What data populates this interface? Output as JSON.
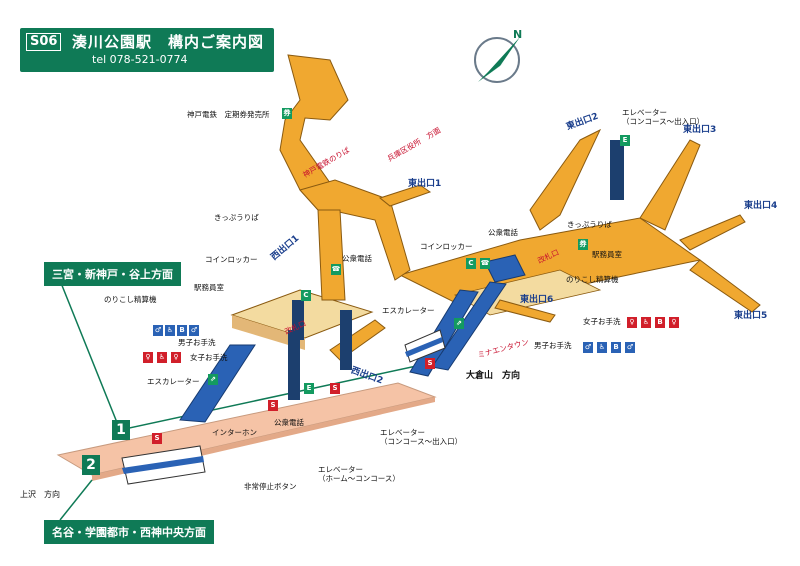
{
  "header": {
    "code": "S06",
    "station": "湊川公園駅　構内ご案内図",
    "tel": "tel 078-521-0774"
  },
  "compass": {
    "north": "N"
  },
  "directions": {
    "top": "三宮・新神戸・谷上方面",
    "bottom": "名谷・学園都市・西神中央方面",
    "kamisawa": "上沢　方向",
    "okurayama": "大倉山　方向"
  },
  "platform_numbers": [
    "1",
    "2"
  ],
  "exits": {
    "west1": "西出口1",
    "west2": "西出口2",
    "east1": "東出口1",
    "east2": "東出口2",
    "east3": "東出口3",
    "east4": "東出口4",
    "east5": "東出口5",
    "east6": "東出口6"
  },
  "labels": {
    "kobe_dentetsu": "神戸電鉄　定期券発売所",
    "kobe_dentetsu_conn": "神戸電鉄のりば",
    "hyogo_ward": "兵庫区役所　方面",
    "ticket_w": "きっぷうりば",
    "coin_locker_w": "コインロッカー",
    "public_phone_w": "公衆電話",
    "station_office_w": "駅務員室",
    "fare_adj_w": "のりこし精算機",
    "mens_restroom_w": "男子お手洗",
    "womens_restroom_w": "女子お手洗",
    "escalator_w": "エスカレーター",
    "gate_w": "改札口",
    "intercom": "インターホン",
    "public_phone_plat": "公衆電話",
    "emergency_btn": "非常停止ボタン",
    "elevator_plat": "エレベーター\n（ホーム～コンコース）",
    "elevator_conc": "エレベーター\n（コンコース～出入口）",
    "elevator_exit": "エレベーター\n（コンコース～出入口）",
    "coin_locker_e": "コインロッカー",
    "public_phone_e": "公衆電話",
    "ticket_e": "きっぷうりば",
    "station_office_e": "駅務員室",
    "gate_e": "改札口",
    "fare_adj_e": "のりこし精算機",
    "escalator_e": "エスカレーター",
    "womens_restroom_e": "女子お手洗",
    "mens_restroom_e": "男子お手洗",
    "mina_entown": "ミナエンタウン"
  },
  "colors": {
    "brand_green": "#0f7a56",
    "concourse_orange": "#f0a830",
    "stair_outline": "#8a5a10",
    "platform_pink": "#f5c3a6",
    "escalator_blue": "#2a62b5",
    "pillar_navy": "#1c3f6e",
    "label_blue": "#1a3e8c",
    "label_red": "#c8102e"
  },
  "icons": [
    "wheelchair-icon",
    "baby-icon",
    "male-icon",
    "female-icon",
    "sos-icon",
    "phone-icon",
    "elevator-icon",
    "escalator-icon",
    "coin-locker-icon"
  ]
}
